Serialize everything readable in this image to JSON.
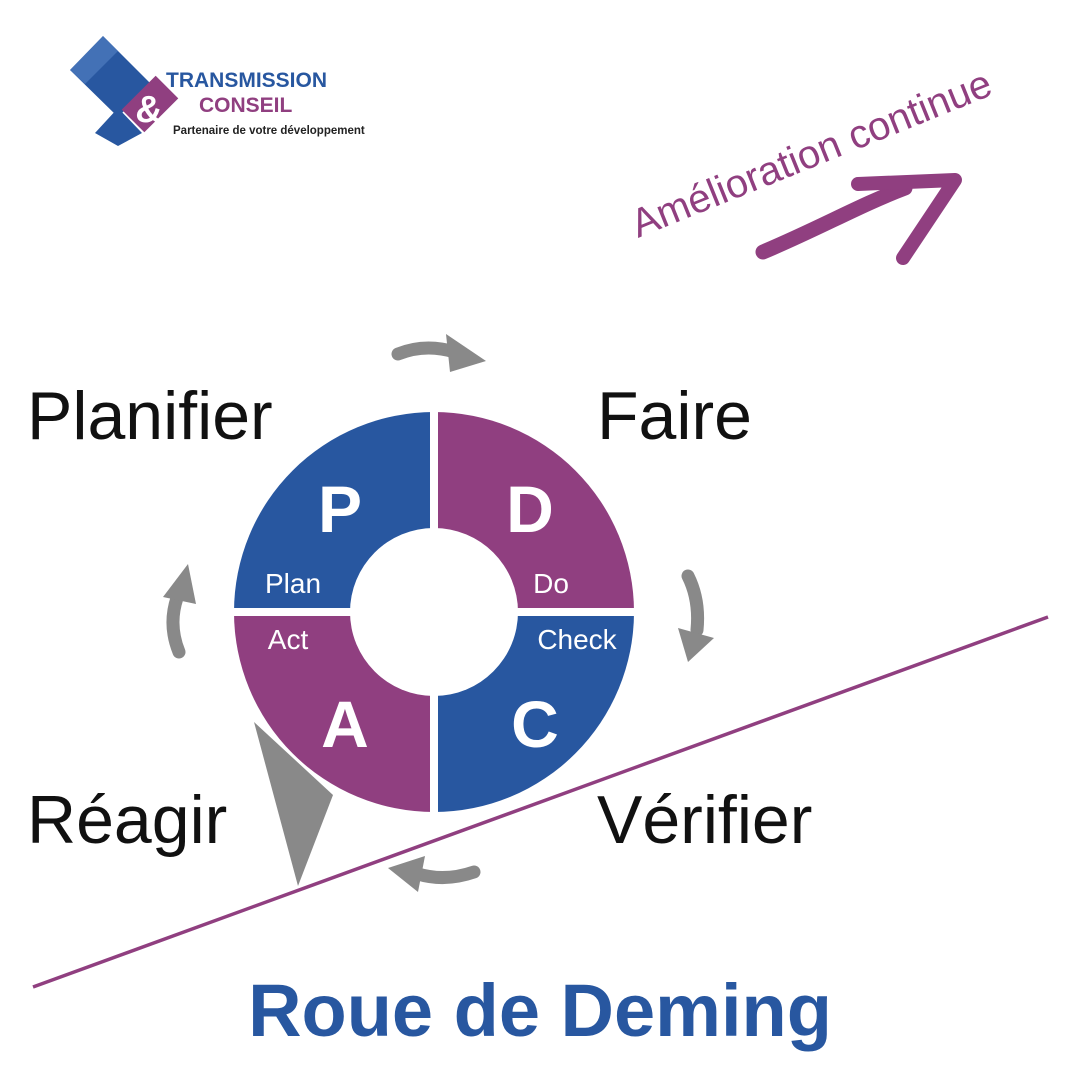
{
  "logo": {
    "line1": "TRANSMISSION",
    "ampersand": "&",
    "line2": "CONSEIL",
    "tagline": "Partenaire de votre développement"
  },
  "improvement_label": "Amélioration continue",
  "stages": {
    "plan": "Planifier",
    "do": "Faire",
    "check": "Vérifier",
    "act": "Réagir"
  },
  "wheel": {
    "p": {
      "letter": "P",
      "label": "Plan"
    },
    "d": {
      "letter": "D",
      "label": "Do"
    },
    "c": {
      "letter": "C",
      "label": "Check"
    },
    "a": {
      "letter": "A",
      "label": "Act"
    }
  },
  "title": "Roue de Deming",
  "colors": {
    "blue": "#2857A0",
    "purple": "#903F80",
    "gray": "#898989",
    "black": "#111111"
  }
}
